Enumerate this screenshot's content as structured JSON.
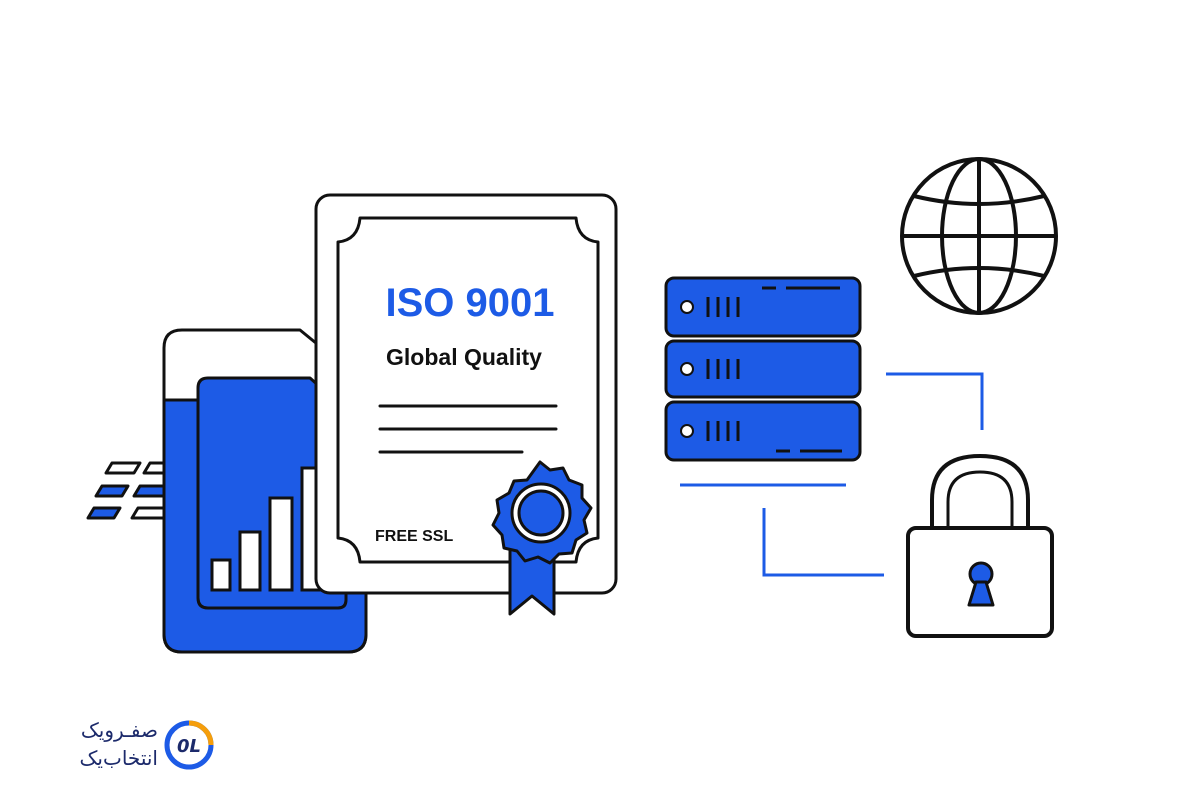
{
  "colors": {
    "primary_blue": "#1d5be6",
    "outline": "#111111",
    "background": "#ffffff",
    "logo_text": "#1c2a6b",
    "logo_accent": "#f59e0b"
  },
  "certificate": {
    "title": "ISO 9001",
    "subtitle": "Global Quality",
    "ssl_label": "FREE SSL"
  },
  "icons": {
    "sim_card": "sim-card-icon",
    "bar_chart": "bar-chart-icon",
    "speed_lines": "speed-lines-icon",
    "certificate": "certificate-icon",
    "award_seal": "award-seal-icon",
    "server_rack": "server-rack-icon",
    "globe": "globe-icon",
    "padlock": "padlock-icon"
  },
  "logo": {
    "line1": "صفـرویک",
    "line2": "انتخاب‌یک",
    "mark_letters": "0L"
  }
}
